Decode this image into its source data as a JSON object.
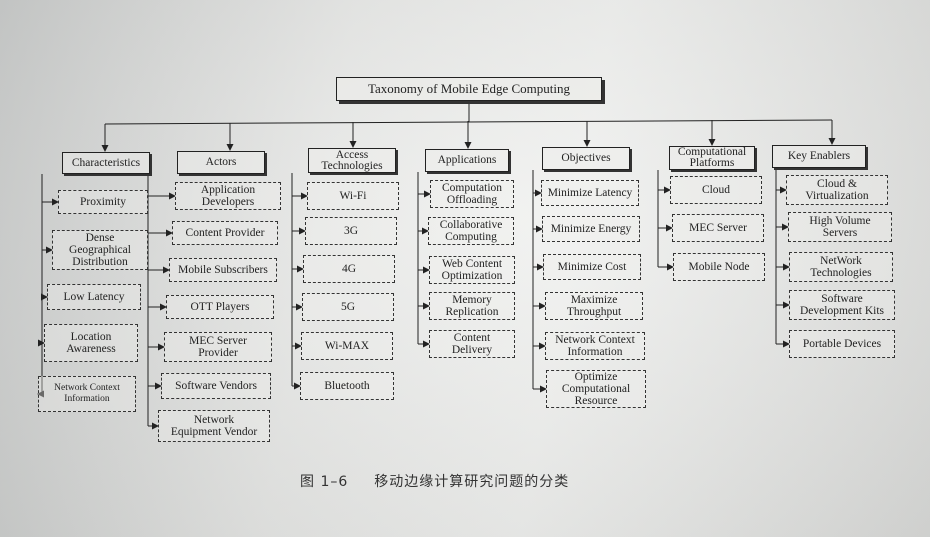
{
  "root": "Taxonomy of Mobile Edge Computing",
  "categories": [
    {
      "label": "Characteristics",
      "items": [
        "Proximity",
        "Dense\nGeographical\nDistribution",
        "Low Latency",
        "Location\nAwareness",
        "Network Context\nInformation"
      ]
    },
    {
      "label": "Actors",
      "items": [
        "Application\nDevelopers",
        "Content Provider",
        "Mobile Subscribers",
        "OTT Players",
        "MEC Server\nProvider",
        "Software Vendors",
        "Network\nEquipment Vendor"
      ]
    },
    {
      "label": "Access\nTechnologies",
      "items": [
        "Wi-Fi",
        "3G",
        "4G",
        "5G",
        "Wi-MAX",
        "Bluetooth"
      ]
    },
    {
      "label": "Applications",
      "items": [
        "Computation\nOffloading",
        "Collaborative\nComputing",
        "Web Content\nOptimization",
        "Memory\nReplication",
        "Content\nDelivery"
      ]
    },
    {
      "label": "Objectives",
      "items": [
        "Minimize Latency",
        "Minimize Energy",
        "Minimize Cost",
        "Maximize\nThroughput",
        "Network Context\nInformation",
        "Optimize\nComputational\nResource"
      ]
    },
    {
      "label": "Computational\nPlatforms",
      "items": [
        "Cloud",
        "MEC Server",
        "Mobile Node"
      ]
    },
    {
      "label": "Key Enablers",
      "items": [
        "Cloud &\nVirtualization",
        "High Volume\nServers",
        "NetWork\nTechnologies",
        "Software\nDevelopment Kits",
        "Portable Devices"
      ]
    }
  ],
  "caption": {
    "number": "图 1–6",
    "text": "移动边缘计算研究问题的分类"
  }
}
